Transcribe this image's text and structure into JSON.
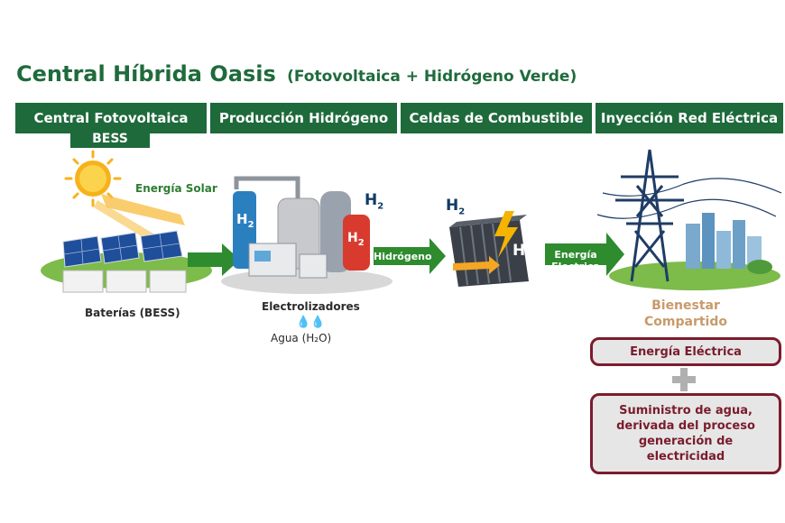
{
  "title": {
    "main": "Central Híbrida Oasis",
    "sub": "(Fotovoltaica + Hidrógeno Verde)"
  },
  "headers": [
    "Central Fotovoltaica",
    "Producción Hidrógeno",
    "Celdas de Combustible",
    "Inyección Red Eléctrica"
  ],
  "header_sub": "BESS",
  "labels": {
    "solar": "Energía Solar",
    "batteries": "Baterías (BESS)",
    "electrolyzers": "Electrolizadores",
    "water": "Agua (H₂O)",
    "h2_symbol": "H",
    "h2_sub": "2"
  },
  "arrows": {
    "hydrogen": "Hidrógeno",
    "energy_line1": "Energía",
    "energy_line2": "Electrica"
  },
  "outcome": {
    "title_line1": "Bienestar",
    "title_line2": "Compartido",
    "box1": "Energía Eléctrica",
    "box2": "Suministro de agua, derivada del proceso generación de electricidad"
  },
  "colors": {
    "header_green": "#1e6a3b",
    "title_green": "#1f6b3c",
    "box_border": "#7a1c2c",
    "accent_gold": "#c89a6a"
  }
}
